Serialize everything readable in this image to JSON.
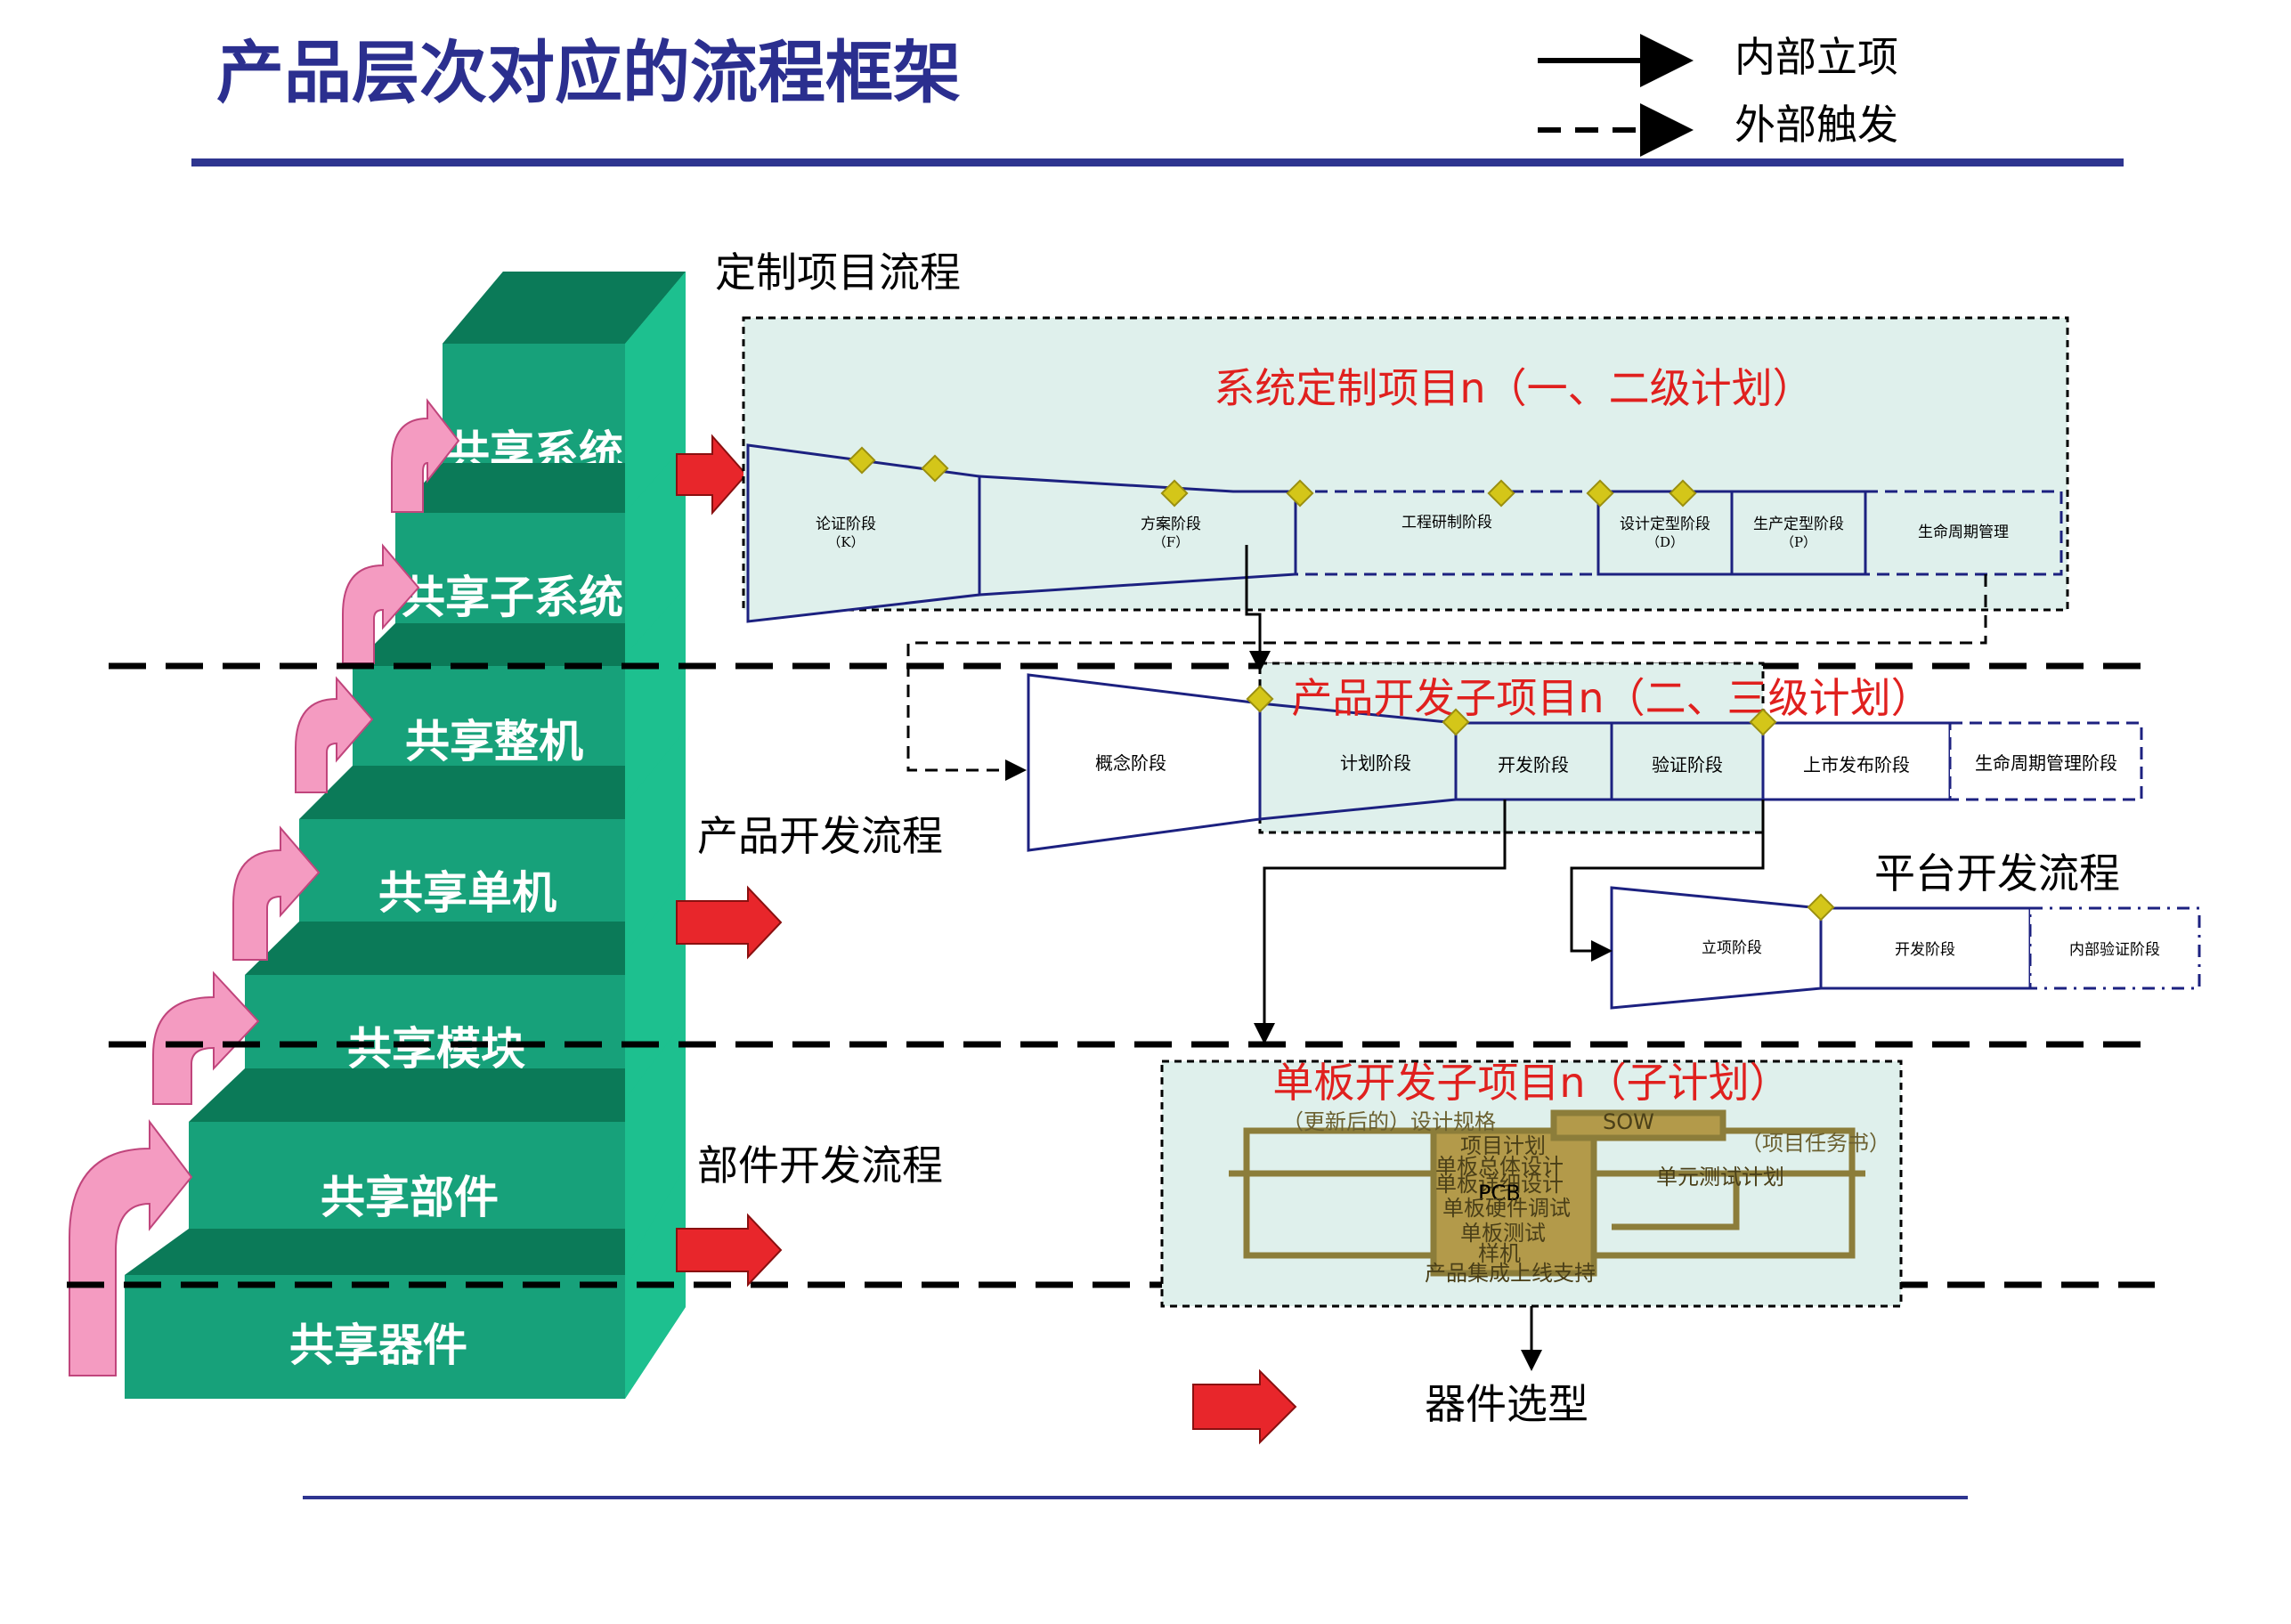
{
  "title": "产品层次对应的流程框架",
  "legend": {
    "solid": "内部立项",
    "dashed": "外部触发"
  },
  "colors": {
    "title": "#2b2f8f",
    "rule": "#2e3590",
    "green_front": "#17a17a",
    "green_top": "#0b7a58",
    "green_side": "#1dc08f",
    "pink": "#f49bc1",
    "red": "#e8262b",
    "red_text": "#e0201e",
    "teal": "#dff0ec",
    "navy": "#1c2180",
    "gold": "#d4c619",
    "olive": "#8c7d3a"
  },
  "stack": {
    "levels": [
      "共享系统",
      "共享子系统",
      "共享整机",
      "共享单机",
      "共享模块",
      "共享部件",
      "共享器件"
    ]
  },
  "flows": {
    "custom": "定制项目流程",
    "product": "产品开发流程",
    "component": "部件开发流程",
    "device": "器件选型"
  },
  "system_project": {
    "title": "系统定制项目n（一、二级计划）",
    "phases": [
      {
        "label": "论证阶段",
        "code": "（K）"
      },
      {
        "label": "方案阶段",
        "code": "（F）"
      },
      {
        "label": "工程研制阶段",
        "code": ""
      },
      {
        "label": "设计定型阶段",
        "code": "（D）"
      },
      {
        "label": "生产定型阶段",
        "code": "（P）"
      },
      {
        "label": "生命周期管理",
        "code": ""
      }
    ]
  },
  "product_project": {
    "title": "产品开发子项目n（二、三级计划）",
    "phases": [
      "概念阶段",
      "计划阶段",
      "开发阶段",
      "验证阶段",
      "上市发布阶段",
      "生命周期管理阶段"
    ]
  },
  "platform": {
    "title": "平台开发流程",
    "phases": [
      "立项阶段",
      "开发阶段",
      "内部验证阶段"
    ]
  },
  "board_project": {
    "title": "单板开发子项目n（子计划）",
    "items": [
      "（更新后的）设计规格",
      "SOW",
      "（项目任务书）",
      "项目计划",
      "单板总体设计",
      "单板详细设计",
      "单元测试计划",
      "PCB",
      "单板硬件调试",
      "单板测试",
      "样机",
      "产品集成上线支持"
    ]
  }
}
